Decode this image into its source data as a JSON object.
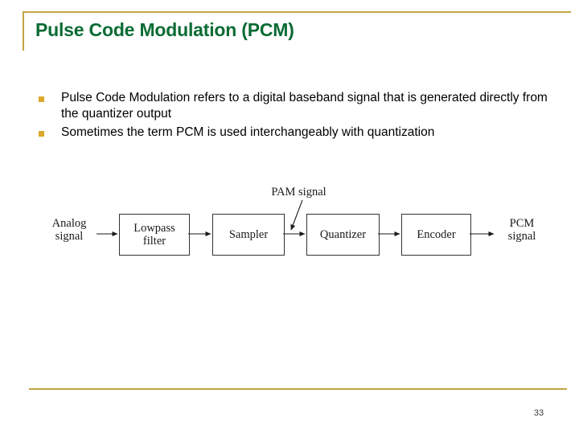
{
  "slide": {
    "title": "Pulse Code Modulation (PCM)",
    "page_number": "33",
    "accent_color": "#C4A444",
    "title_color": "#0B6B34",
    "bullet_color": "#D9A82C",
    "background_color": "#FFFFFF"
  },
  "bullets": [
    {
      "text": "Pulse Code Modulation refers to a digital baseband signal that is generated directly from the quantizer output"
    },
    {
      "text": "Sometimes the term PCM is used interchangeably with quantization"
    }
  ],
  "diagram": {
    "input_label": "Analog\nsignal",
    "output_label": "PCM\nsignal",
    "annotation_label": "PAM signal",
    "blocks": [
      {
        "label": "Lowpass\nfilter"
      },
      {
        "label": "Sampler"
      },
      {
        "label": "Quantizer"
      },
      {
        "label": "Encoder"
      }
    ]
  }
}
